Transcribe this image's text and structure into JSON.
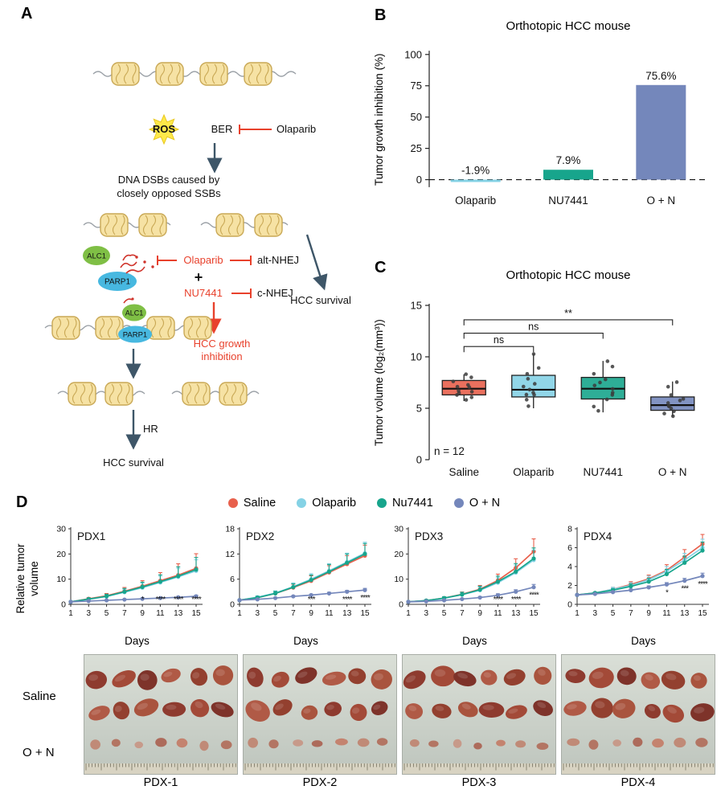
{
  "palette": {
    "saline": "#E8604C",
    "olaparib": "#85D2E5",
    "nu7441": "#17A58C",
    "o_n": "#7487BB",
    "red": "#E8412C",
    "arrow": "#3E5668",
    "nucleosome_fill": "#F6E2A4",
    "nucleosome_stroke": "#C9A855"
  },
  "panels": {
    "a": {
      "label": "A"
    },
    "b": {
      "label": "B"
    },
    "c": {
      "label": "C"
    },
    "d": {
      "label": "D",
      "ylabel_line1": "Relative tumor",
      "ylabel_line2": "volume"
    }
  },
  "diagram": {
    "ros": "ROS",
    "ber": "BER",
    "olaparib_top": "Olaparib",
    "dsb_line1": "DNA DSBs caused by",
    "dsb_line2": "closely opposed SSBs",
    "alc1": "ALC1",
    "parp1": "PARP1",
    "olaparib_red": "Olaparib",
    "alt_nhej": "alt-NHEJ",
    "plus": "+",
    "nu7441": "NU7441",
    "c_nhej": "c-NHEJ",
    "hcc_survival": "HCC survival",
    "hcc_growth_line1": "HCC growth",
    "hcc_growth_line2": "inhibition",
    "hr": "HR"
  },
  "legend": {
    "items": [
      {
        "label": "Saline",
        "color_key": "saline"
      },
      {
        "label": "Olaparib",
        "color_key": "olaparib"
      },
      {
        "label": "Nu7441",
        "color_key": "nu7441"
      },
      {
        "label": "O + N",
        "color_key": "o_n"
      }
    ]
  },
  "chart_data": [
    {
      "id": "tumor-growth-inhibition",
      "type": "bar",
      "title": "Orthotopic HCC mouse",
      "ylabel": "Tumor growth inhibition (%)",
      "categories": [
        "Olaparib",
        "NU7441",
        "O + N"
      ],
      "values": [
        -1.9,
        7.9,
        75.6
      ],
      "value_labels": [
        "-1.9%",
        "7.9%",
        "75.6%"
      ],
      "colors": [
        "olaparib",
        "nu7441",
        "o_n"
      ],
      "yticks": [
        0,
        25,
        50,
        75,
        100
      ],
      "ylim": [
        -8,
        105
      ],
      "zero_line_dashed": true
    },
    {
      "id": "tumor-volume-boxplot",
      "type": "box",
      "title": "Orthotopic HCC mouse",
      "ylabel": "Tumor volume (log₂(mm³))",
      "n_label": "n = 12",
      "categories": [
        "Saline",
        "Olaparib",
        "NU7441",
        "O + N"
      ],
      "colors": [
        "saline",
        "olaparib",
        "nu7441",
        "o_n"
      ],
      "yticks": [
        0,
        5,
        10,
        15
      ],
      "ylim": [
        0,
        15
      ],
      "boxes": [
        {
          "low": 5.7,
          "q1": 6.3,
          "median": 6.9,
          "q3": 7.7,
          "high": 8.3,
          "points": [
            5.8,
            6.1,
            6.3,
            6.5,
            6.6,
            6.8,
            7.0,
            7.1,
            7.3,
            7.6,
            7.9,
            8.2
          ]
        },
        {
          "low": 5.0,
          "q1": 6.1,
          "median": 6.8,
          "q3": 8.2,
          "high": 10.3,
          "points": [
            5.1,
            5.9,
            6.2,
            6.4,
            6.6,
            6.8,
            7.0,
            7.4,
            7.9,
            8.3,
            9.0,
            10.2
          ]
        },
        {
          "low": 4.6,
          "q1": 5.9,
          "median": 6.9,
          "q3": 8.0,
          "high": 9.6,
          "points": [
            4.7,
            5.2,
            5.9,
            6.2,
            6.5,
            6.8,
            7.1,
            7.5,
            7.9,
            8.4,
            9.0,
            9.5
          ]
        },
        {
          "low": 4.2,
          "q1": 4.8,
          "median": 5.3,
          "q3": 6.1,
          "high": 7.6,
          "points": [
            4.3,
            4.6,
            4.8,
            5.0,
            5.2,
            5.3,
            5.5,
            5.8,
            6.0,
            6.3,
            7.0,
            7.5
          ]
        }
      ],
      "comparisons": [
        {
          "from": 0,
          "to": 1,
          "y": 11.0,
          "label": "ns"
        },
        {
          "from": 0,
          "to": 2,
          "y": 12.3,
          "label": "ns"
        },
        {
          "from": 0,
          "to": 3,
          "y": 13.6,
          "label": "**"
        }
      ]
    },
    {
      "id": "pdx1",
      "type": "line",
      "title": "PDX1",
      "xlabel": "Days",
      "x": [
        1,
        3,
        5,
        7,
        9,
        11,
        13,
        15
      ],
      "yticks": [
        0,
        10,
        20,
        30
      ],
      "ylim": [
        0,
        30
      ],
      "series": [
        {
          "name": "Saline",
          "color_key": "saline",
          "values": [
            1,
            2.2,
            3.4,
            5.2,
            7.2,
            9.4,
            11.6,
            14.3
          ],
          "err": [
            0.2,
            0.5,
            0.9,
            1.5,
            2.2,
            3.2,
            4.5,
            5.8
          ]
        },
        {
          "name": "Olaparib",
          "color_key": "olaparib",
          "values": [
            1,
            2.0,
            3.1,
            4.8,
            6.6,
            8.7,
            10.9,
            13.3
          ],
          "err": [
            0.2,
            0.4,
            0.7,
            1.2,
            1.8,
            2.5,
            3.4,
            4.4
          ]
        },
        {
          "name": "Nu7441",
          "color_key": "nu7441",
          "values": [
            1,
            2.1,
            3.2,
            5.0,
            6.9,
            9.0,
            11.2,
            13.8
          ],
          "err": [
            0.2,
            0.4,
            0.8,
            1.3,
            1.9,
            2.7,
            3.7,
            4.8
          ]
        },
        {
          "name": "O + N",
          "color_key": "o_n",
          "values": [
            1,
            1.3,
            1.6,
            1.9,
            2.2,
            2.5,
            2.8,
            3.2
          ],
          "err": [
            0.05,
            0.1,
            0.15,
            0.2,
            0.25,
            0.3,
            0.35,
            0.45
          ]
        }
      ],
      "annotations": [
        {
          "x": 9,
          "text": "*"
        },
        {
          "x": 11,
          "text": "****"
        },
        {
          "x": 13,
          "text": "****"
        },
        {
          "x": 15,
          "text": "****"
        }
      ]
    },
    {
      "id": "pdx2",
      "type": "line",
      "title": "PDX2",
      "xlabel": "Days",
      "x": [
        1,
        3,
        5,
        7,
        9,
        11,
        13,
        15
      ],
      "yticks": [
        0,
        6,
        12,
        18
      ],
      "ylim": [
        0,
        18
      ],
      "series": [
        {
          "name": "Saline",
          "color_key": "saline",
          "values": [
            1,
            1.6,
            2.6,
            4.0,
            5.6,
            7.6,
            9.6,
            11.6
          ],
          "err": [
            0.1,
            0.3,
            0.5,
            0.8,
            1.2,
            1.6,
            2.0,
            2.5
          ]
        },
        {
          "name": "Olaparib",
          "color_key": "olaparib",
          "values": [
            1,
            1.7,
            2.7,
            4.2,
            6.0,
            8.0,
            10.1,
            12.2
          ],
          "err": [
            0.1,
            0.3,
            0.5,
            0.9,
            1.3,
            1.7,
            2.1,
            2.6
          ]
        },
        {
          "name": "Nu7441",
          "color_key": "nu7441",
          "values": [
            1,
            1.6,
            2.6,
            4.1,
            5.8,
            7.8,
            9.9,
            12.0
          ],
          "err": [
            0.1,
            0.3,
            0.5,
            0.8,
            1.2,
            1.7,
            2.1,
            2.5
          ]
        },
        {
          "name": "O + N",
          "color_key": "o_n",
          "values": [
            1,
            1.2,
            1.5,
            1.9,
            2.2,
            2.6,
            3.0,
            3.4
          ],
          "err": [
            0.05,
            0.08,
            0.12,
            0.18,
            0.22,
            0.28,
            0.32,
            0.4
          ]
        }
      ],
      "annotations": [
        {
          "x": 9,
          "text": "***"
        },
        {
          "x": 13,
          "text": "****"
        },
        {
          "x": 15,
          "text": "****"
        }
      ]
    },
    {
      "id": "pdx3",
      "type": "line",
      "title": "PDX3",
      "xlabel": "Days",
      "x": [
        1,
        3,
        5,
        7,
        9,
        11,
        13,
        15
      ],
      "yticks": [
        0,
        10,
        20,
        30
      ],
      "ylim": [
        0,
        30
      ],
      "series": [
        {
          "name": "Saline",
          "color_key": "saline",
          "values": [
            1,
            1.5,
            2.5,
            4.0,
            6.0,
            9.5,
            14.5,
            21.0
          ],
          "err": [
            0.1,
            0.3,
            0.5,
            0.9,
            1.5,
            2.5,
            3.6,
            5.0
          ]
        },
        {
          "name": "Olaparib",
          "color_key": "olaparib",
          "values": [
            1,
            1.5,
            2.4,
            3.8,
            5.6,
            8.6,
            12.6,
            17.6
          ],
          "err": [
            0.1,
            0.3,
            0.5,
            0.8,
            1.3,
            2.0,
            3.0,
            4.0
          ]
        },
        {
          "name": "Nu7441",
          "color_key": "nu7441",
          "values": [
            1,
            1.5,
            2.5,
            3.9,
            5.8,
            9.0,
            13.0,
            18.2
          ],
          "err": [
            0.1,
            0.3,
            0.5,
            0.9,
            1.4,
            2.2,
            3.2,
            4.2
          ]
        },
        {
          "name": "O + N",
          "color_key": "o_n",
          "values": [
            1,
            1.2,
            1.6,
            2.1,
            2.7,
            3.6,
            5.0,
            6.8
          ],
          "err": [
            0.05,
            0.1,
            0.2,
            0.3,
            0.4,
            0.6,
            0.8,
            1.1
          ]
        }
      ],
      "annotations": [
        {
          "x": 11,
          "text": "****"
        },
        {
          "x": 13,
          "text": "****"
        },
        {
          "x": 15,
          "text": "****"
        }
      ]
    },
    {
      "id": "pdx4",
      "type": "line",
      "title": "PDX4",
      "xlabel": "Days",
      "x": [
        1,
        3,
        5,
        7,
        9,
        11,
        13,
        15
      ],
      "yticks": [
        0,
        2,
        4,
        6,
        8
      ],
      "ylim": [
        0,
        8
      ],
      "series": [
        {
          "name": "Saline",
          "color_key": "saline",
          "values": [
            1,
            1.2,
            1.6,
            2.1,
            2.7,
            3.6,
            5.0,
            6.4
          ],
          "err": [
            0.05,
            0.1,
            0.2,
            0.3,
            0.4,
            0.6,
            0.8,
            1.0
          ]
        },
        {
          "name": "Olaparib",
          "color_key": "olaparib",
          "values": [
            1,
            1.2,
            1.6,
            2.0,
            2.6,
            3.5,
            4.7,
            6.0
          ],
          "err": [
            0.05,
            0.1,
            0.2,
            0.3,
            0.4,
            0.5,
            0.7,
            0.9
          ]
        },
        {
          "name": "Nu7441",
          "color_key": "nu7441",
          "values": [
            1,
            1.2,
            1.5,
            1.9,
            2.4,
            3.2,
            4.4,
            5.7
          ],
          "err": [
            0.05,
            0.1,
            0.15,
            0.25,
            0.35,
            0.5,
            0.7,
            0.9
          ]
        },
        {
          "name": "O + N",
          "color_key": "o_n",
          "values": [
            1,
            1.1,
            1.3,
            1.5,
            1.8,
            2.1,
            2.5,
            3.0
          ],
          "err": [
            0.03,
            0.06,
            0.1,
            0.12,
            0.15,
            0.2,
            0.25,
            0.3
          ]
        }
      ],
      "annotations": [
        {
          "x": 11,
          "text": "*"
        },
        {
          "x": 13,
          "text": "***"
        },
        {
          "x": 15,
          "text": "****"
        }
      ]
    }
  ],
  "photos": {
    "row_labels": [
      "Saline",
      "O + N"
    ],
    "panels": [
      {
        "caption": "PDX-1"
      },
      {
        "caption": "PDX-2"
      },
      {
        "caption": "PDX-3"
      },
      {
        "caption": "PDX-4"
      }
    ]
  }
}
